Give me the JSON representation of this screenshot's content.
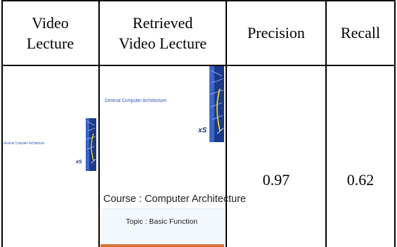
{
  "table": {
    "headers": {
      "col1": [
        "Video",
        "Lecture"
      ],
      "col2": [
        "Retrieved",
        "Video Lecture"
      ],
      "col3": "Precision",
      "col4": "Recall"
    },
    "row": {
      "query_slide": {
        "caption": "General Computer Architecture",
        "logo_text": "xS",
        "accent_colors": {
          "caption": "#2f57b8",
          "board": "#1c3a8a",
          "trace": "#f2d21b"
        }
      },
      "retrieved_slide": {
        "caption": "General Computer Architecture",
        "logo_text": "xS",
        "course": "Course : Computer Architecture",
        "topic": "Topic :  Basic Function",
        "bottom_bar_color": "#d8743a"
      },
      "precision": "0.97",
      "recall": "0.62"
    }
  }
}
